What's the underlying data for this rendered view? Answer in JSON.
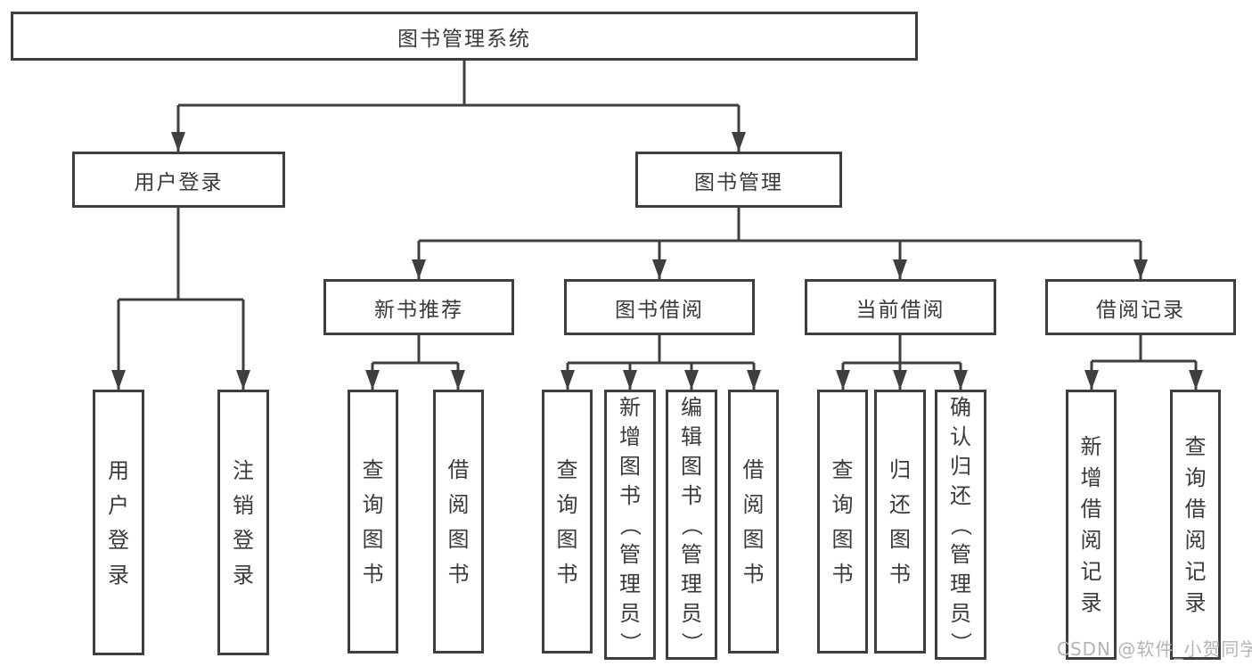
{
  "tree": {
    "root": "图书管理系统",
    "user_login": {
      "label": "用户登录",
      "children": [
        "用户登录",
        "注销登录"
      ]
    },
    "book_management": {
      "label": "图书管理",
      "sections": [
        {
          "label": "新书推荐",
          "children": [
            "查询图书",
            "借阅图书"
          ]
        },
        {
          "label": "图书借阅",
          "children": [
            "查询图书",
            "新增图书（管理员）",
            "编辑图书（管理员）",
            "借阅图书"
          ]
        },
        {
          "label": "当前借阅",
          "children": [
            "查询图书",
            "归还图书",
            "确认归还（管理员）"
          ]
        },
        {
          "label": "借阅记录",
          "children": [
            "新增借阅记录",
            "查询借阅记录"
          ]
        }
      ]
    }
  },
  "watermark": "CSDN @软件_小贺同学",
  "colors": {
    "line": "#3f3f3f",
    "text": "#3a3a3a",
    "box_background": "#ffffff",
    "watermark": "#b4b4b4"
  }
}
